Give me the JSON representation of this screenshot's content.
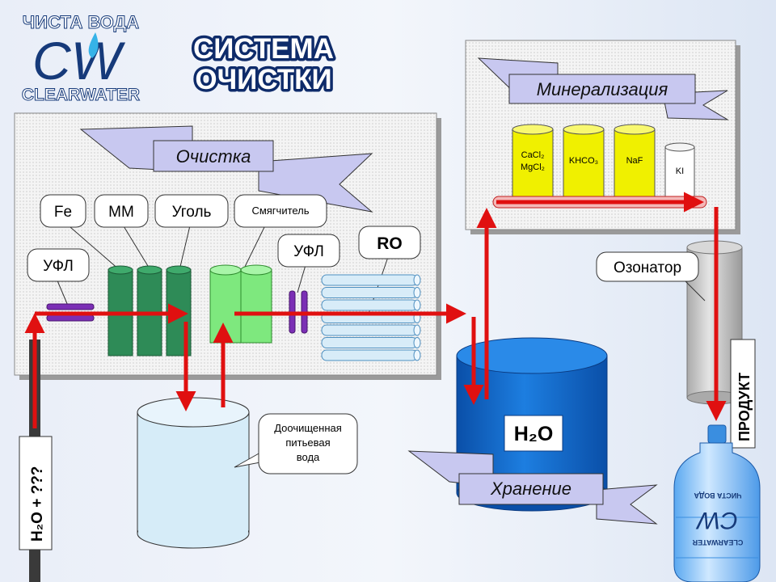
{
  "logo": {
    "top_text": "ЧИСТА ВОДА",
    "bottom_text": "CLEARWATER",
    "monogram": "CW"
  },
  "title": {
    "line1": "СИСТЕМА",
    "line2": "ОЧИСТКИ"
  },
  "sections": {
    "purification": "Очистка",
    "mineralization": "Минерализация",
    "storage": "Хранение"
  },
  "callouts": {
    "fe": "Fe",
    "mm": "ММ",
    "coal": "Уголь",
    "softener": "Смягчитель",
    "ufl_left": "УФЛ",
    "ufl_right": "УФЛ",
    "ro": "RO",
    "ozonator": "Озонатор",
    "drinking_water": [
      "Доочищенная",
      "питьевая",
      "вода"
    ]
  },
  "minerals": {
    "can1_line1": "CaCl₂",
    "can1_line2": "MgCl₂",
    "can2": "KHCO₃",
    "can3": "NaF",
    "can4": "KI"
  },
  "labels": {
    "input": "H₂O + ???",
    "storage_tank": "H₂O",
    "product": "ПРОДУКТ",
    "bottle_top": "ЧИСТА ВОДА",
    "bottle_bottom": "CLEARWATER",
    "bottle_mark": "CW"
  },
  "colors": {
    "arrow": "#e01010",
    "dark_green": "#2e8b57",
    "light_green": "#7ee87e",
    "purple": "#7b2fb5",
    "storage_blue": "#1566c8",
    "mineral_yellow": "#f0f000",
    "ribbon": "#c8c8f0",
    "ro_tube": "#d8ecf8"
  }
}
